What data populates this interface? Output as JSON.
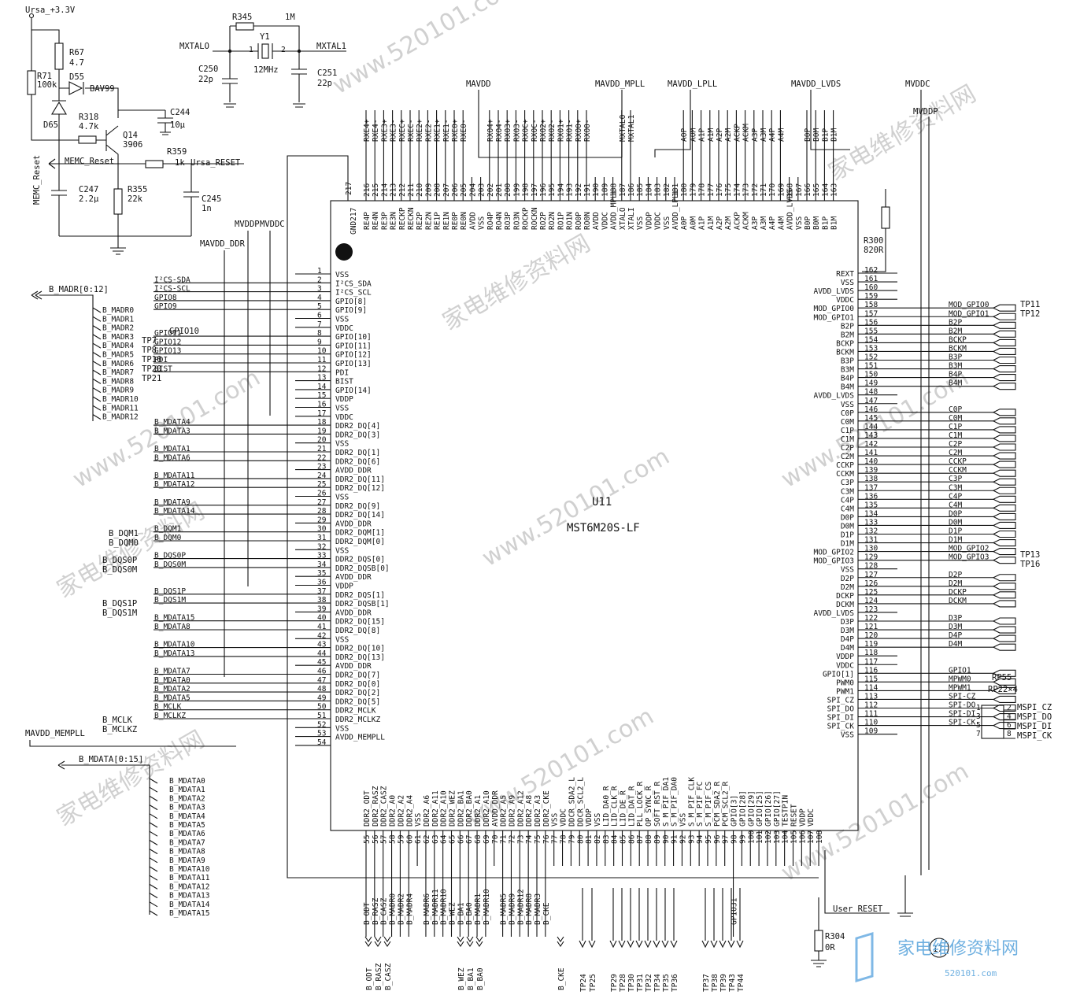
{
  "chip": {
    "ref": "U11",
    "part": "MST6M20S-LF",
    "gnd_pin_label": "GND217",
    "gnd_pin_num": "217"
  },
  "rails": {
    "ursa": "Ursa_+3.3V",
    "mavdd": "MAVDD",
    "mavdd_mpll_top": "MAVDD_MPLL",
    "mavdd_lpll": "MAVDD_LPLL",
    "mavdd_lvds": "MAVDD_LVDS",
    "mvddc_top": "MVDDC",
    "mvddp_top": "MVDDP",
    "mvddp_left": "MVDDP",
    "mvddc_left": "MVDDC",
    "mavdd_ddr": "MAVDD_DDR",
    "mavdd_mempll": "MAVDD_MEMPLL"
  },
  "components": {
    "r67": "R67",
    "r67v": "4.7",
    "r71": "R71",
    "r71v": "100k",
    "d55": "D55",
    "d55t": "BAV99",
    "d65": "D65",
    "r318": "R318",
    "r318v": "4.7k",
    "q14": "Q14",
    "q14v": "3906",
    "c244": "C244",
    "c244v": "10μ",
    "r359": "R359",
    "r359v": "1k",
    "ursa_reset": "Ursa_RESET",
    "memc_reset": "MEMC_Reset",
    "memc_reset_v": "MEMC_Reset",
    "c247": "C247",
    "c247v": "2.2μ",
    "r355": "R355",
    "r355v": "22k",
    "c245": "C245",
    "c245v": "1n",
    "r345": "R345",
    "r345v": "1M",
    "y1": "Y1",
    "y1v": "12MHz",
    "mxtalo": "MXTALO",
    "mxtali": "MXTAL1",
    "c250": "C250",
    "c250v": "22p",
    "c251": "C251",
    "c251v": "22p",
    "r300": "R300",
    "r300v": "820R",
    "r304": "R304",
    "r304v": "0R",
    "rp55": "RP55",
    "rp55v": "RP22×4",
    "user_reset": "User_RESET",
    "mark17": "17"
  },
  "left_pins": [
    {
      "n": "1",
      "s": "VSS"
    },
    {
      "n": "2",
      "s": "I²CS_SDA"
    },
    {
      "n": "3",
      "s": "I²CS_SCL"
    },
    {
      "n": "4",
      "s": "GPIO[8]"
    },
    {
      "n": "5",
      "s": "GPIO[9]"
    },
    {
      "n": "6",
      "s": "VSS"
    },
    {
      "n": "7",
      "s": "VDDC"
    },
    {
      "n": "8",
      "s": "GPIO[10]"
    },
    {
      "n": "9",
      "s": "GPIO[11]"
    },
    {
      "n": "10",
      "s": "GPIO[12]"
    },
    {
      "n": "11",
      "s": "GPIO[13]"
    },
    {
      "n": "12",
      "s": "PDI"
    },
    {
      "n": "13",
      "s": "BIST"
    },
    {
      "n": "14",
      "s": "GPIO[14]"
    },
    {
      "n": "15",
      "s": "VDDP"
    },
    {
      "n": "16",
      "s": "VSS"
    },
    {
      "n": "17",
      "s": "VDDC"
    },
    {
      "n": "18",
      "s": "DDR2_DQ[4]"
    },
    {
      "n": "19",
      "s": "DDR2_DQ[3]"
    },
    {
      "n": "20",
      "s": "VSS"
    },
    {
      "n": "21",
      "s": "DDR2_DQ[1]"
    },
    {
      "n": "22",
      "s": "DDR2_DQ[6]"
    },
    {
      "n": "23",
      "s": "AVDD_DDR"
    },
    {
      "n": "24",
      "s": "DDR2_DQ[11]"
    },
    {
      "n": "25",
      "s": "DDR2_DQ[12]"
    },
    {
      "n": "26",
      "s": "VSS"
    },
    {
      "n": "27",
      "s": "DDR2_DQ[9]"
    },
    {
      "n": "28",
      "s": "DDR2_DQ[14]"
    },
    {
      "n": "29",
      "s": "AVDD_DDR"
    },
    {
      "n": "30",
      "s": "DDR2_DQM[1]"
    },
    {
      "n": "31",
      "s": "DDR2_DQM[0]"
    },
    {
      "n": "32",
      "s": "VSS"
    },
    {
      "n": "33",
      "s": "DDR2_DQS[0]"
    },
    {
      "n": "34",
      "s": "DDR2_DQSB[0]"
    },
    {
      "n": "35",
      "s": "AVDD_DDR"
    },
    {
      "n": "36",
      "s": "VDDP"
    },
    {
      "n": "37",
      "s": "DDR2_DQS[1]"
    },
    {
      "n": "38",
      "s": "DDR2_DQSB[1]"
    },
    {
      "n": "39",
      "s": "AVDD_DDR"
    },
    {
      "n": "40",
      "s": "DDR2_DQ[15]"
    },
    {
      "n": "41",
      "s": "DDR2_DQ[8]"
    },
    {
      "n": "42",
      "s": "VSS"
    },
    {
      "n": "43",
      "s": "DDR2_DQ[10]"
    },
    {
      "n": "44",
      "s": "DDR2_DQ[13]"
    },
    {
      "n": "45",
      "s": "AVDD_DDR"
    },
    {
      "n": "46",
      "s": "DDR2_DQ[7]"
    },
    {
      "n": "47",
      "s": "DDR2_DQ[0]"
    },
    {
      "n": "48",
      "s": "DDR2_DQ[2]"
    },
    {
      "n": "49",
      "s": "DDR2_DQ[5]"
    },
    {
      "n": "50",
      "s": "DDR2_MCLK"
    },
    {
      "n": "51",
      "s": "DDR2_MCLKZ"
    },
    {
      "n": "52",
      "s": "VSS"
    },
    {
      "n": "53",
      "s": "AVDD_MEMPLL"
    },
    {
      "n": "54",
      "s": " "
    }
  ],
  "left_nets": [
    "",
    "I²CS-SDA",
    "I²CS-SCL",
    "GPIO8",
    "GPIO9",
    "",
    "",
    "GPIO11",
    "GPIO12",
    "GPIO13",
    "PDI",
    "BIST",
    "",
    "",
    "",
    "",
    "",
    "B_MDATA4",
    "B_MDATA3",
    "",
    "B_MDATA1",
    "B_MDATA6",
    "",
    "B_MDATA11",
    "B_MDATA12",
    "",
    "B_MDATA9",
    "B_MDATA14",
    "",
    "B_DQM1",
    "B_DQM0",
    "",
    "B_DQS0P",
    "B_DQS0M",
    "",
    "",
    "B_DQS1P",
    "B_DQS1M",
    "",
    "B_MDATA15",
    "B_MDATA8",
    "",
    "B_MDATA10",
    "B_MDATA13",
    "",
    "B_MDATA7",
    "B_MDATA0",
    "B_MDATA2",
    "B_MDATA5",
    "B_MCLK",
    "B_MCLKZ",
    "",
    "",
    ""
  ],
  "left_tps": {
    "gpio10": "GPIO10",
    "tp7": "TP7",
    "tp8": "TP8",
    "tp10": "TP10",
    "tp20": "TP20",
    "tp21": "TP21",
    "b_dqm1": "B_DQM1",
    "b_dqm0": "B_DQM0",
    "b_dqs0p": "B_DQS0P",
    "b_dqs0m": "B_DQS0M",
    "b_dqs1p": "B_DQS1P",
    "b_dqs1m": "B_DQS1M",
    "b_mclk": "B_MCLK",
    "b_mclkz": "B_MCLKZ"
  },
  "madr_bus": {
    "name": "B_MADR[0:12]",
    "items": [
      "B_MADR0",
      "B_MADR1",
      "B_MADR2",
      "B_MADR3",
      "B_MADR4",
      "B_MADR5",
      "B_MADR6",
      "B_MADR7",
      "B_MADR8",
      "B_MADR9",
      "B_MADR10",
      "B_MADR11",
      "B_MADR12"
    ]
  },
  "mdata_bus": {
    "name": "B_MDATA[0:15]",
    "items": [
      "B_MDATA0",
      "B_MDATA1",
      "B_MDATA2",
      "B_MDATA3",
      "B_MDATA4",
      "B_MDATA5",
      "B_MDATA6",
      "B_MDATA7",
      "B_MDATA8",
      "B_MDATA9",
      "B_MDATA10",
      "B_MDATA11",
      "B_MDATA12",
      "B_MDATA13",
      "B_MDATA14",
      "B_MDATA15"
    ]
  },
  "right_pins": [
    {
      "n": "162",
      "s": "REXT"
    },
    {
      "n": "161",
      "s": "VSS"
    },
    {
      "n": "160",
      "s": "AVDD_LVDS"
    },
    {
      "n": "159",
      "s": "VDDC"
    },
    {
      "n": "158",
      "s": "MOD_GPIO0"
    },
    {
      "n": "157",
      "s": "MOD_GPIO1"
    },
    {
      "n": "156",
      "s": "B2P"
    },
    {
      "n": "155",
      "s": "B2M"
    },
    {
      "n": "154",
      "s": "BCKP"
    },
    {
      "n": "153",
      "s": "BCKM"
    },
    {
      "n": "152",
      "s": "B3P"
    },
    {
      "n": "151",
      "s": "B3M"
    },
    {
      "n": "150",
      "s": "B4P"
    },
    {
      "n": "149",
      "s": "B4M"
    },
    {
      "n": "148",
      "s": "AVDD_LVDS"
    },
    {
      "n": "147",
      "s": "VSS"
    },
    {
      "n": "146",
      "s": "C0P"
    },
    {
      "n": "145",
      "s": "C0M"
    },
    {
      "n": "144",
      "s": "C1P"
    },
    {
      "n": "143",
      "s": "C1M"
    },
    {
      "n": "142",
      "s": "C2P"
    },
    {
      "n": "141",
      "s": "C2M"
    },
    {
      "n": "140",
      "s": "CCKP"
    },
    {
      "n": "139",
      "s": "CCKM"
    },
    {
      "n": "138",
      "s": "C3P"
    },
    {
      "n": "137",
      "s": "C3M"
    },
    {
      "n": "136",
      "s": "C4P"
    },
    {
      "n": "135",
      "s": "C4M"
    },
    {
      "n": "134",
      "s": "D0P"
    },
    {
      "n": "133",
      "s": "D0M"
    },
    {
      "n": "132",
      "s": "D1P"
    },
    {
      "n": "131",
      "s": "D1M"
    },
    {
      "n": "130",
      "s": "MOD_GPIO2"
    },
    {
      "n": "129",
      "s": "MOD_GPIO3"
    },
    {
      "n": "128",
      "s": "VSS"
    },
    {
      "n": "127",
      "s": "D2P"
    },
    {
      "n": "126",
      "s": "D2M"
    },
    {
      "n": "125",
      "s": "DCKP"
    },
    {
      "n": "124",
      "s": "DCKM"
    },
    {
      "n": "123",
      "s": "AVDD_LVDS"
    },
    {
      "n": "122",
      "s": "D3P"
    },
    {
      "n": "121",
      "s": "D3M"
    },
    {
      "n": "120",
      "s": "D4P"
    },
    {
      "n": "119",
      "s": "D4M"
    },
    {
      "n": "118",
      "s": "VDDP"
    },
    {
      "n": "117",
      "s": "VDDC"
    },
    {
      "n": "116",
      "s": "GPIO[1]"
    },
    {
      "n": "115",
      "s": "PWM0"
    },
    {
      "n": "114",
      "s": "PWM1"
    },
    {
      "n": "113",
      "s": "SPI_CZ"
    },
    {
      "n": "112",
      "s": "SPI_DO"
    },
    {
      "n": "111",
      "s": "SPI_DI"
    },
    {
      "n": "110",
      "s": "SPI_CK"
    },
    {
      "n": "109",
      "s": "VSS"
    }
  ],
  "right_nets": [
    "",
    "",
    "",
    "",
    "MOD_GPIO0",
    "MOD_GPIO1",
    "B2P",
    "B2M",
    "BCKP",
    "BCKM",
    "B3P",
    "B3M",
    "B4P",
    "B4M",
    "",
    "",
    "C0P",
    "C0M",
    "C1P",
    "C1M",
    "C2P",
    "C2M",
    "CCKP",
    "CCKM",
    "C3P",
    "C3M",
    "C4P",
    "C4M",
    "D0P",
    "D0M",
    "D1P",
    "D1M",
    "MOD_GPIO2",
    "MOD_GPIO3",
    "",
    "D2P",
    "D2M",
    "DCKP",
    "DCKM",
    "",
    "D3P",
    "D3M",
    "D4P",
    "D4M",
    "",
    "",
    "GPIO1",
    "MPWM0",
    "MPWM1",
    "SPI-CZ",
    "SPI-DO",
    "SPI-DI",
    "SPI-CK",
    ""
  ],
  "right_tps": {
    "tp11": "TP11",
    "tp12": "TP12",
    "tp13": "TP13",
    "tp16": "TP16",
    "mspi_cz": "MSPI_CZ",
    "mspi_do": "MSPI_DO",
    "mspi_di": "MSPI_DI",
    "mspi_ck": "MSPI_CK",
    "rp_pins": [
      "1",
      "2",
      "3",
      "4",
      "5",
      "6",
      "7",
      "8"
    ]
  },
  "top_pins": [
    {
      "n": "216",
      "s": "RE4P"
    },
    {
      "n": "215",
      "s": "RE4N"
    },
    {
      "n": "214",
      "s": "RE3P"
    },
    {
      "n": "213",
      "s": "RE3N"
    },
    {
      "n": "212",
      "s": "RECKP"
    },
    {
      "n": "211",
      "s": "RECKN"
    },
    {
      "n": "210",
      "s": "RE2P"
    },
    {
      "n": "209",
      "s": "RE2N"
    },
    {
      "n": "208",
      "s": "RE1P"
    },
    {
      "n": "207",
      "s": "RE1N"
    },
    {
      "n": "206",
      "s": "RE0P"
    },
    {
      "n": "205",
      "s": "RE0N"
    },
    {
      "n": "204",
      "s": "AVDD"
    },
    {
      "n": "203",
      "s": "VSS"
    },
    {
      "n": "202",
      "s": "RO4P"
    },
    {
      "n": "201",
      "s": "RO4N"
    },
    {
      "n": "200",
      "s": "RO3P"
    },
    {
      "n": "199",
      "s": "RO3N"
    },
    {
      "n": "198",
      "s": "ROCKP"
    },
    {
      "n": "197",
      "s": "ROCKN"
    },
    {
      "n": "196",
      "s": "RO2P"
    },
    {
      "n": "195",
      "s": "RO2N"
    },
    {
      "n": "194",
      "s": "RO1P"
    },
    {
      "n": "193",
      "s": "RO1N"
    },
    {
      "n": "192",
      "s": "RO0P"
    },
    {
      "n": "191",
      "s": "RO0N"
    },
    {
      "n": "190",
      "s": "AVDD"
    },
    {
      "n": "189",
      "s": "VDDC"
    },
    {
      "n": "188",
      "s": "AVDD_MPLL"
    },
    {
      "n": "187",
      "s": "XTALO"
    },
    {
      "n": "186",
      "s": "XTALI"
    },
    {
      "n": "185",
      "s": "VSS"
    },
    {
      "n": "184",
      "s": "VDDP"
    },
    {
      "n": "183",
      "s": "VDDC"
    },
    {
      "n": "182",
      "s": "VSS"
    },
    {
      "n": "181",
      "s": "AVDD_LPLL"
    },
    {
      "n": "180",
      "s": "A0P"
    },
    {
      "n": "179",
      "s": "A0M"
    },
    {
      "n": "178",
      "s": "A1P"
    },
    {
      "n": "177",
      "s": "A1M"
    },
    {
      "n": "176",
      "s": "A2P"
    },
    {
      "n": "175",
      "s": "A2M"
    },
    {
      "n": "174",
      "s": "ACKP"
    },
    {
      "n": "173",
      "s": "ACKM"
    },
    {
      "n": "172",
      "s": "A3P"
    },
    {
      "n": "171",
      "s": "A3M"
    },
    {
      "n": "170",
      "s": "A4P"
    },
    {
      "n": "169",
      "s": "A4M"
    },
    {
      "n": "168",
      "s": "AVDD_LVDS"
    },
    {
      "n": "167",
      "s": "VSS"
    },
    {
      "n": "166",
      "s": "B0P"
    },
    {
      "n": "165",
      "s": "B0M"
    },
    {
      "n": "164",
      "s": "B1P"
    },
    {
      "n": "163",
      "s": "B1M"
    }
  ],
  "top_nets": [
    "RXE4+",
    "RXE4-",
    "RXE3+",
    "RXE3-",
    "RXEC+",
    "RXEC-",
    "RXE2+",
    "RXE2-",
    "RXE1+",
    "RXE1-",
    "RXE0+",
    "RXE0-",
    "",
    "",
    "RXO4+",
    "RXO4-",
    "RXO3+",
    "RXO3-",
    "RXOC+",
    "RXOC-",
    "RXO2+",
    "RXO2-",
    "RXO1+",
    "RXO1-",
    "RXO0+",
    "RXO0-",
    "",
    "",
    "",
    "MXTALO",
    "MXTAL1",
    "",
    "",
    "",
    "",
    "",
    "AOP",
    "AOM",
    "A1P",
    "A1M",
    "A2P",
    "A2M",
    "ACKP",
    "ACKM",
    "A3P",
    "A3M",
    "A4P",
    "A4M",
    "",
    "",
    "B0P",
    "B0M",
    "B1P",
    "B1M"
  ],
  "bottom_pins": [
    {
      "n": "55",
      "s": "DDR2_ODT"
    },
    {
      "n": "56",
      "s": "DDR2_RASZ"
    },
    {
      "n": "57",
      "s": "DDR2_CASZ"
    },
    {
      "n": "58",
      "s": "DDR2_A0"
    },
    {
      "n": "59",
      "s": "DDR2_A2"
    },
    {
      "n": "60",
      "s": "DDR2_A4"
    },
    {
      "n": "61",
      "s": "VSS"
    },
    {
      "n": "62",
      "s": "DDR2_A6"
    },
    {
      "n": "63",
      "s": "DDR2_A11"
    },
    {
      "n": "64",
      "s": "DDR2_A10"
    },
    {
      "n": "65",
      "s": "DDR2_WEZ"
    },
    {
      "n": "66",
      "s": "DDR2_BA1"
    },
    {
      "n": "67",
      "s": "DDR2_BA0"
    },
    {
      "n": "68",
      "s": "DDR2_A1"
    },
    {
      "n": "69",
      "s": "DDR2_A10"
    },
    {
      "n": "70",
      "s": "AVDD_DDR"
    },
    {
      "n": "71",
      "s": "DDR2_A5"
    },
    {
      "n": "72",
      "s": "DDR2_A9"
    },
    {
      "n": "73",
      "s": "DDR2_A12"
    },
    {
      "n": "74",
      "s": "DDR2_A8"
    },
    {
      "n": "75",
      "s": "DDR2_A3"
    },
    {
      "n": "76",
      "s": "DDR2_CKE"
    },
    {
      "n": "77",
      "s": "VSS"
    },
    {
      "n": "78",
      "s": "VDDC"
    },
    {
      "n": "79",
      "s": "DDCR_SDA2_L"
    },
    {
      "n": "80",
      "s": "DDCR_SCL2_L"
    },
    {
      "n": "81",
      "s": "VDDP"
    },
    {
      "n": "82",
      "s": "VSS"
    },
    {
      "n": "83",
      "s": "LID_DA0_R"
    },
    {
      "n": "84",
      "s": "LID_CLK_R"
    },
    {
      "n": "85",
      "s": "LID_DE_R"
    },
    {
      "n": "86",
      "s": "LID_DAT_R"
    },
    {
      "n": "87",
      "s": "PLL_LOCK_R"
    },
    {
      "n": "88",
      "s": "OP_SYNC_R"
    },
    {
      "n": "89",
      "s": "SOFT_RST_R"
    },
    {
      "n": "90",
      "s": "S_M_PIF_DA1"
    },
    {
      "n": "91",
      "s": "S_M_PIF_DA0"
    },
    {
      "n": "92",
      "s": "VSS"
    },
    {
      "n": "93",
      "s": "S_M_PIF_CLK"
    },
    {
      "n": "94",
      "s": "S_M_PIF_FC"
    },
    {
      "n": "95",
      "s": "S_M_PIF_CS"
    },
    {
      "n": "96",
      "s": "PCM_SDA2_R"
    },
    {
      "n": "97",
      "s": "PCM_SCL2_R"
    },
    {
      "n": "98",
      "s": "GPIO[3]"
    },
    {
      "n": "99",
      "s": "GPIO[28]"
    },
    {
      "n": "100",
      "s": "GPIO[29]"
    },
    {
      "n": "101",
      "s": "GPIO[25]"
    },
    {
      "n": "102",
      "s": "GPIO[26]"
    },
    {
      "n": "103",
      "s": "GPIO[27]"
    },
    {
      "n": "104",
      "s": "TESTPIN"
    },
    {
      "n": "105",
      "s": "RESET"
    },
    {
      "n": "106",
      "s": "VDDP"
    },
    {
      "n": "107",
      "s": "VDDC"
    },
    {
      "n": "108",
      "s": " "
    }
  ],
  "bottom_nets": [
    "B_ODT",
    "B_RASZ",
    "B_CASZ",
    "B_MADR0",
    "B_MADR2",
    "B_MADR4",
    "",
    "B_MADR6",
    "B_MADR11",
    "B_MADR10",
    "B_WEZ",
    "B_BA1",
    "B_BA0",
    "B_MADR1",
    "B_MADR10",
    "",
    "B_MADR5",
    "B_MADR9",
    "B_MADR12",
    "B_MADR8",
    "B_MADR3",
    "B_CKE",
    "",
    "",
    "",
    "",
    "",
    "",
    "",
    "",
    "",
    "",
    "",
    "",
    "",
    "",
    "",
    "",
    "",
    "",
    "",
    "",
    "",
    "GPIO31",
    "",
    "",
    "",
    "",
    "",
    "",
    "",
    "",
    "",
    ""
  ],
  "bottom_tps": {
    "b_odt": "B_ODT",
    "b_rasz": "B_RASZ",
    "b_casz": "B_CASZ",
    "b_wez": "B_WEZ",
    "b_ba1": "B_BA1",
    "b_ba0": "B_BA0",
    "b_cke": "B_CKE",
    "tps": [
      "TP24",
      "TP25",
      "TP29",
      "TP28",
      "TP30",
      "TP31",
      "TP32",
      "TP34",
      "TP35",
      "TP36",
      "TP37",
      "TP38",
      "TP39",
      "TP43",
      "TP44"
    ]
  },
  "watermark": {
    "site": "www.520101.com",
    "cn": "家电维修资料网",
    "logo_cn": "家电维修资料网",
    "logo_url": "520101.com"
  }
}
